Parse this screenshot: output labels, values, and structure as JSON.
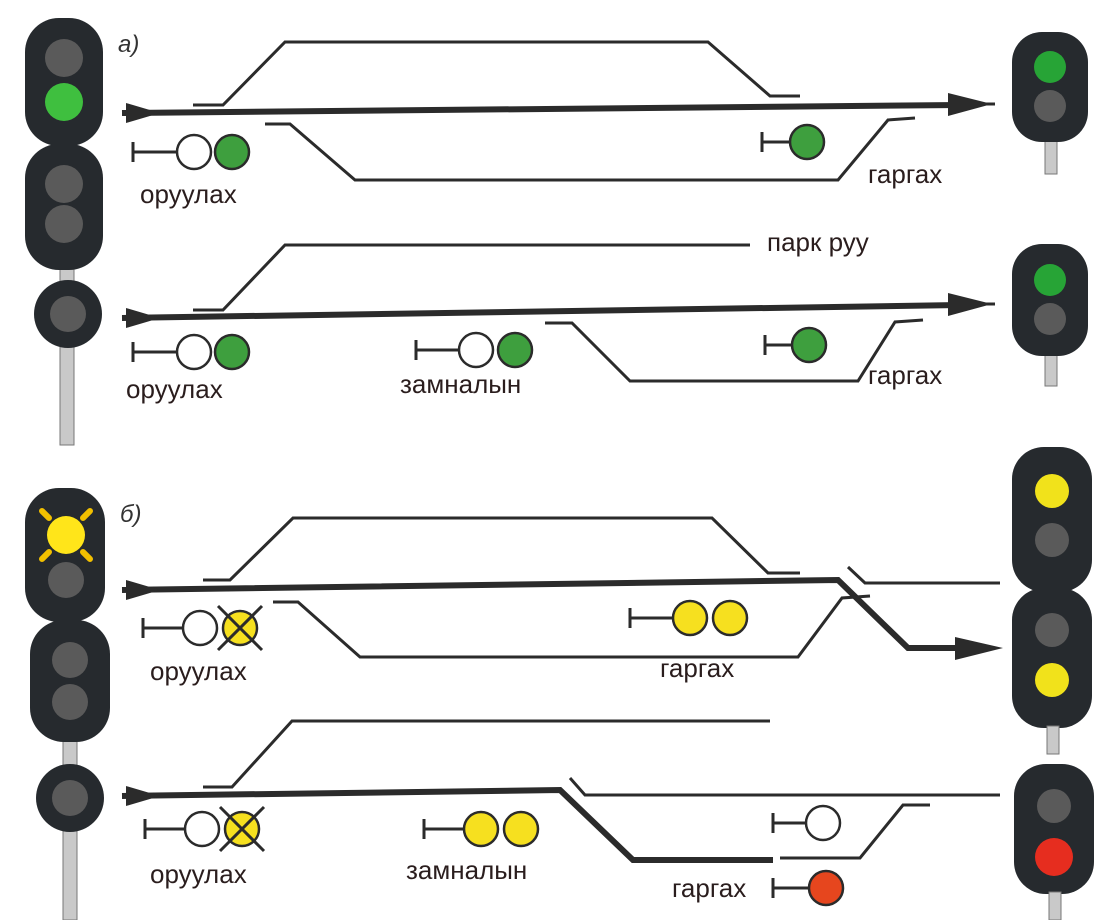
{
  "section_labels": {
    "a": "а)",
    "b": "б)"
  },
  "labels": {
    "oruulah": "оруулах",
    "gargah": "гаргах",
    "zamnalyn": "замналын",
    "park_ruu": "парк руу"
  },
  "colors": {
    "green": "#3e9f3e",
    "yellow": "#f6e01f",
    "red": "#e6461e",
    "white": "#ffffff",
    "off": "#5a5a5a",
    "signal_body": "#262a2e"
  },
  "icons": {
    "mast_signal": "mast-signal-icon",
    "dwarf_signal": "dwarf-signal-icon",
    "arrow": "direction-arrow-icon",
    "lens": "lens-icon"
  }
}
